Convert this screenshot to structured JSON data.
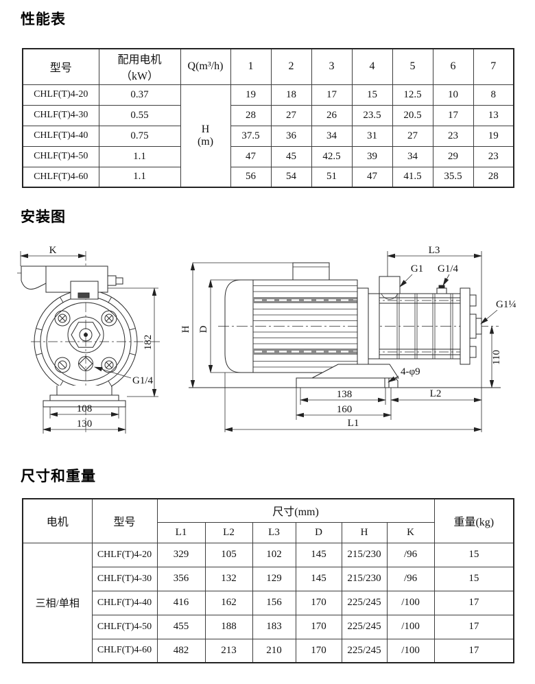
{
  "performance": {
    "title": "性能表",
    "col_model": "型号",
    "col_motor": "配用电机\n（kW）",
    "col_q": "Q(m³/h)",
    "flow_points": [
      "1",
      "2",
      "3",
      "4",
      "5",
      "6",
      "7"
    ],
    "h_label": "H\n(m)",
    "rows": [
      {
        "model": "CHLF(T)4-20",
        "power": "0.37",
        "values": [
          "19",
          "18",
          "17",
          "15",
          "12.5",
          "10",
          "8"
        ]
      },
      {
        "model": "CHLF(T)4-30",
        "power": "0.55",
        "values": [
          "28",
          "27",
          "26",
          "23.5",
          "20.5",
          "17",
          "13"
        ]
      },
      {
        "model": "CHLF(T)4-40",
        "power": "0.75",
        "values": [
          "37.5",
          "36",
          "34",
          "31",
          "27",
          "23",
          "19"
        ]
      },
      {
        "model": "CHLF(T)4-50",
        "power": "1.1",
        "values": [
          "47",
          "45",
          "42.5",
          "39",
          "34",
          "29",
          "23"
        ]
      },
      {
        "model": "CHLF(T)4-60",
        "power": "1.1",
        "values": [
          "56",
          "54",
          "51",
          "47",
          "41.5",
          "35.5",
          "28"
        ]
      }
    ]
  },
  "installation": {
    "title": "安装图",
    "front_view": {
      "dim_k": "K",
      "dim_182": "182",
      "port_g14": "G1/4",
      "dim_108": "108",
      "dim_130": "130"
    },
    "side_view": {
      "dim_h": "H",
      "dim_d": "D",
      "dim_l3": "L3",
      "port_g1": "G1",
      "port_g14": "G1/4",
      "port_g114": "G1¼",
      "dim_110": "110",
      "holes": "4-φ9",
      "dim_138": "138",
      "dim_160": "160",
      "dim_l2": "L2",
      "dim_l1": "L1"
    }
  },
  "dimensions": {
    "title": "尺寸和重量",
    "col_motor": "电机",
    "col_model": "型号",
    "col_size": "尺寸(mm)",
    "size_cols": [
      "L1",
      "L2",
      "L3",
      "D",
      "H",
      "K"
    ],
    "col_weight": "重量(kg)",
    "motor_type": "三相/单相",
    "rows": [
      {
        "model": "CHLF(T)4-20",
        "l1": "329",
        "l2": "105",
        "l3": "102",
        "d": "145",
        "h": "215/230",
        "k": "/96",
        "weight": "15"
      },
      {
        "model": "CHLF(T)4-30",
        "l1": "356",
        "l2": "132",
        "l3": "129",
        "d": "145",
        "h": "215/230",
        "k": "/96",
        "weight": "15"
      },
      {
        "model": "CHLF(T)4-40",
        "l1": "416",
        "l2": "162",
        "l3": "156",
        "d": "170",
        "h": "225/245",
        "k": "/100",
        "weight": "17"
      },
      {
        "model": "CHLF(T)4-50",
        "l1": "455",
        "l2": "188",
        "l3": "183",
        "d": "170",
        "h": "225/245",
        "k": "/100",
        "weight": "17"
      },
      {
        "model": "CHLF(T)4-60",
        "l1": "482",
        "l2": "213",
        "l3": "210",
        "d": "170",
        "h": "225/245",
        "k": "/100",
        "weight": "17"
      }
    ]
  }
}
